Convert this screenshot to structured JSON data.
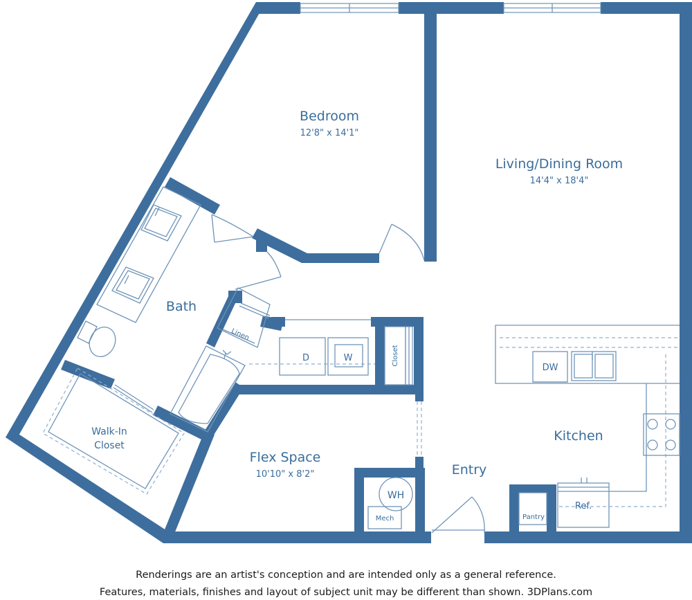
{
  "rooms": {
    "bedroom": {
      "name": "Bedroom",
      "dims": "12'8\" x 14'1\""
    },
    "living": {
      "name": "Living/Dining Room",
      "dims": "14'4\" x 18'4\""
    },
    "bath": {
      "name": "Bath"
    },
    "walkin": {
      "line1": "Walk-In",
      "line2": "Closet"
    },
    "flex": {
      "name": "Flex Space",
      "dims": "10'10\" x 8'2\""
    },
    "kitchen": {
      "name": "Kitchen"
    },
    "entry": {
      "name": "Entry"
    }
  },
  "fixtures": {
    "linen": "Linen",
    "dryer": "D",
    "washer": "W",
    "closet": "Closet",
    "dishwasher": "DW",
    "water_heater": "WH",
    "mech": "Mech",
    "pantry": "Pantry",
    "fridge": "Ref."
  },
  "disclaimer": {
    "line1": "Renderings are an artist's conception and are intended only as a general reference.",
    "line2": "Features, materials, finishes and layout of subject unit may be different than shown. 3DPlans.com"
  },
  "colors": {
    "wall": "#3e6e9d",
    "label": "#3a6d9c",
    "line": "#6f94b8"
  }
}
